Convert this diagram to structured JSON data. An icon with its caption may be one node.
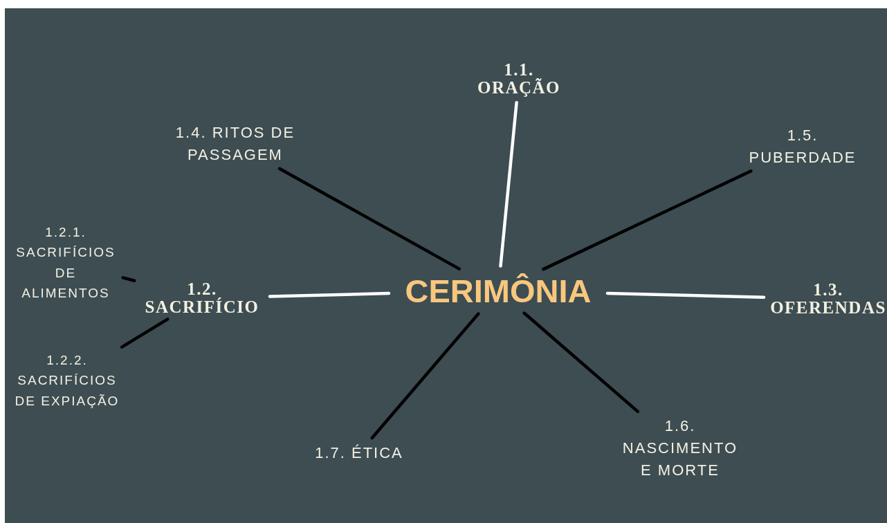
{
  "diagram": {
    "nodes": [
      {
        "text": [
          "CERIMÔNIA"
        ]
      },
      {
        "text": [
          "1.1. ORAÇÃO"
        ]
      },
      {
        "text": [
          "1.4. RITOS DE PASSAGEM"
        ]
      },
      {
        "text": [
          "1.5. PUBERDADE"
        ]
      },
      {
        "text": [
          "1.2. SACRIFÍCIO"
        ]
      },
      {
        "text": [
          "1.2.1. SACRIFÍCIOS DE ALIMENTOS"
        ]
      },
      {
        "text": [
          "1.2.2. SACRIFÍCIOS DE EXPIAÇÃO"
        ]
      },
      {
        "text": [
          "1.3. OFERENDAS"
        ]
      },
      {
        "text": [
          "1.7. ÉTICA"
        ]
      },
      {
        "text": [
          "1.6. NASCIMENTO E MORTE"
        ]
      }
    ],
    "edges": [
      {
        "from": 0,
        "to": 1,
        "arrow": "none",
        "color": "#ffffff"
      },
      {
        "from": 0,
        "to": 2,
        "arrow": "none"
      },
      {
        "from": 0,
        "to": 3,
        "arrow": "none"
      },
      {
        "from": 0,
        "to": 4,
        "arrow": "none",
        "color": "#ffffff"
      },
      {
        "from": 4,
        "to": 5,
        "arrow": "none"
      },
      {
        "from": 4,
        "to": 6,
        "arrow": "none"
      },
      {
        "from": 0,
        "to": 7,
        "arrow": "none",
        "color": "#ffffff"
      },
      {
        "from": 0,
        "to": 8,
        "arrow": "none"
      },
      {
        "from": 0,
        "to": 9,
        "arrow": "none"
      }
    ]
  }
}
